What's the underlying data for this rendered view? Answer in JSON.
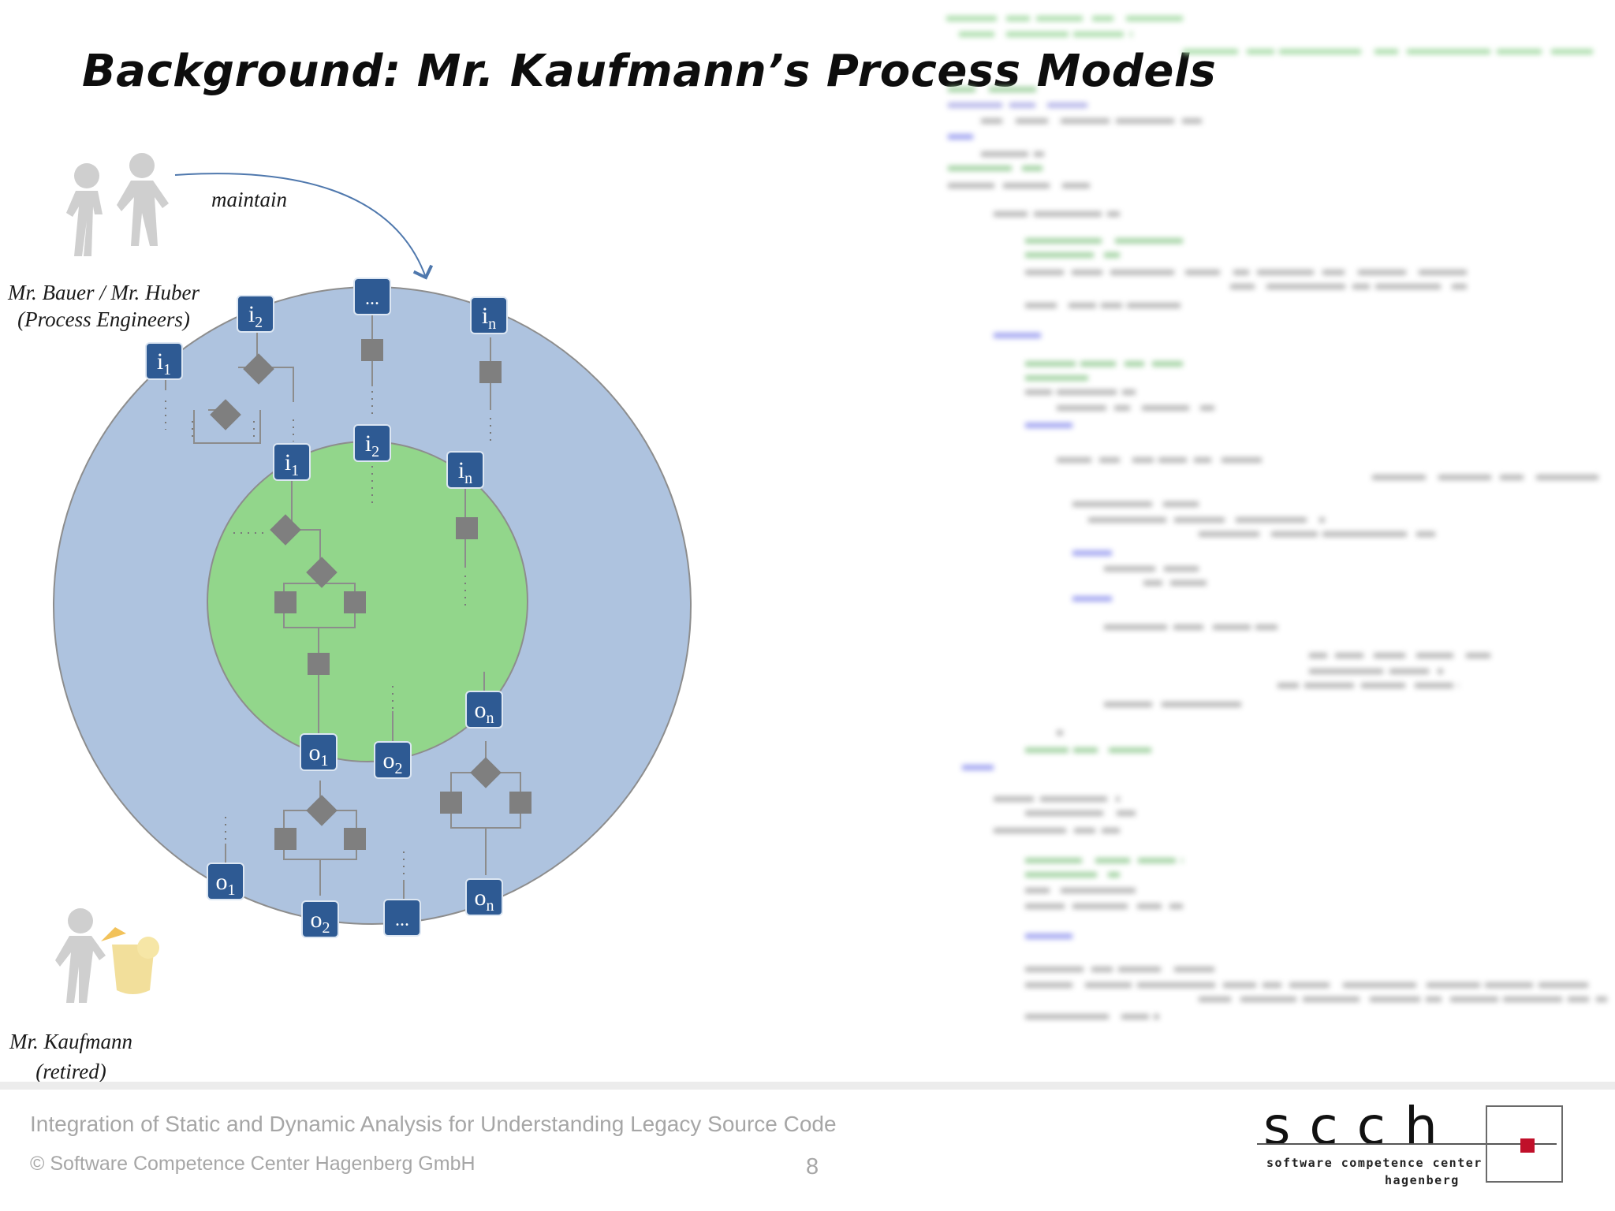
{
  "slide": {
    "title": "Background: Mr. Kaufmann’s Process Models"
  },
  "labels": {
    "maintain": "maintain",
    "engineers_line1": "Mr. Bauer / Mr. Huber",
    "engineers_line2": "(Process Engineers)",
    "kaufmann_line1": "Mr. Kaufmann",
    "kaufmann_line2": "(retired)"
  },
  "colors": {
    "outer_circle": "#aec3df",
    "inner_circle": "#92d68b",
    "node_blue": "#2e5a93",
    "gray_shape": "#7f7f7f",
    "arrow": "#4f78ad",
    "person": "#cfcfcf"
  },
  "diagram": {
    "outer_nodes": [
      {
        "id": "outer-i1",
        "letter": "i",
        "sub": "1"
      },
      {
        "id": "outer-i2",
        "letter": "i",
        "sub": "2"
      },
      {
        "id": "outer-top-ellipsis",
        "letter": "...",
        "sub": ""
      },
      {
        "id": "outer-in",
        "letter": "i",
        "sub": "n"
      },
      {
        "id": "outer-o1",
        "letter": "o",
        "sub": "1"
      },
      {
        "id": "outer-o2",
        "letter": "o",
        "sub": "2"
      },
      {
        "id": "outer-bottom-ellipsis",
        "letter": "...",
        "sub": ""
      },
      {
        "id": "outer-on",
        "letter": "o",
        "sub": "n"
      }
    ],
    "inner_nodes": [
      {
        "id": "inner-i1",
        "letter": "i",
        "sub": "1"
      },
      {
        "id": "inner-i2",
        "letter": "i",
        "sub": "2"
      },
      {
        "id": "inner-in",
        "letter": "i",
        "sub": "n"
      },
      {
        "id": "inner-o1",
        "letter": "o",
        "sub": "1"
      },
      {
        "id": "inner-o2",
        "letter": "o",
        "sub": "2"
      },
      {
        "id": "inner-on",
        "letter": "o",
        "sub": "n"
      }
    ]
  },
  "footer": {
    "subject": "Integration of Static and Dynamic Analysis for Understanding Legacy Source Code",
    "copyright": "© Software Competence Center Hagenberg GmbH",
    "page_number": "8"
  },
  "logo": {
    "letters": "scch",
    "subtitle_line1": "software competence center",
    "subtitle_line2": "hagenberg"
  }
}
